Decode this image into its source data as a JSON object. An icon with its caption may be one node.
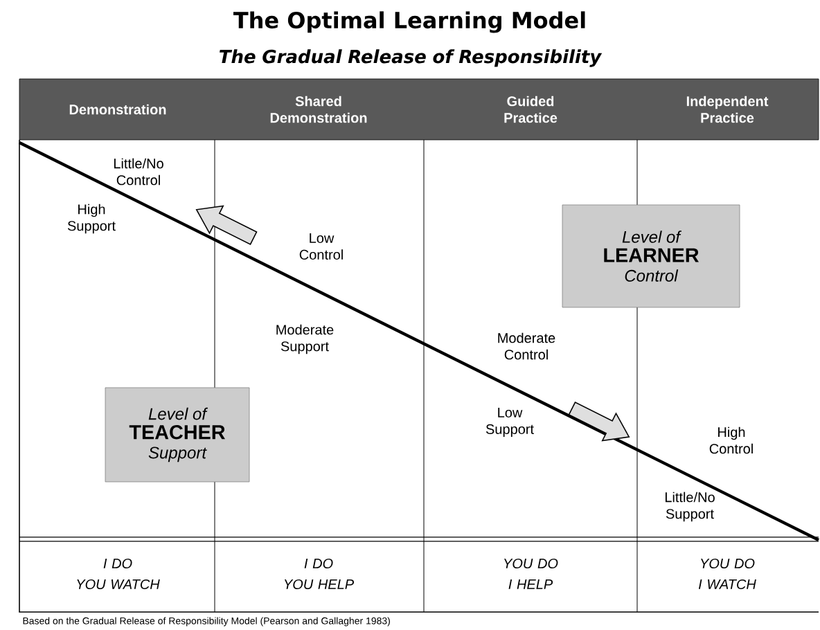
{
  "diagram": {
    "title": "The Optimal Learning Model",
    "caption": "Based on the Gradual Release of Responsibility Model (Pearson and Gallagher 1983)",
    "nodes": [
      {
        "text": [
          "Level of",
          "LEARNER",
          "Control"
        ]
      },
      {
        "text": [
          "Level of",
          "TEACHER",
          "Support"
        ]
      }
    ],
    "labels": [
      "The Gradual Release of Responsibility",
      "Demonstration",
      "Shared Demonstration",
      "Guided Practice",
      "Independent Practice",
      "Little/No Control",
      "High Support",
      "Low Control",
      "Moderate Support",
      "Moderate Control",
      "Low Support",
      "High Control",
      "Little/No Support",
      "I DO",
      "YOU WATCH",
      "I DO",
      "YOU HELP",
      "YOU DO",
      "I HELP",
      "YOU DO",
      "I WATCH"
    ]
  }
}
